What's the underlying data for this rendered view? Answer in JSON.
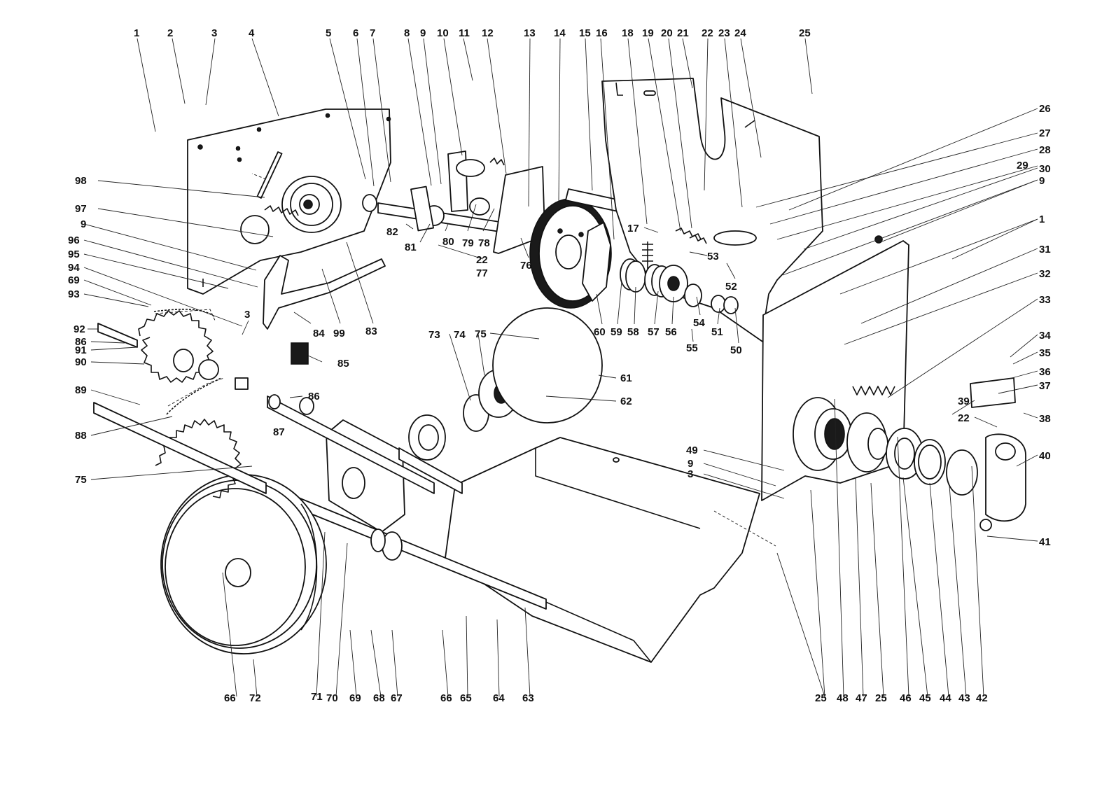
{
  "labels": {
    "l1": "1",
    "l2": "2",
    "l3": "3",
    "l4": "4",
    "l5": "5",
    "l6": "6",
    "l7": "7",
    "l8": "8",
    "l9": "9",
    "l10": "10",
    "l11": "11",
    "l12": "12",
    "l13": "13",
    "l14": "14",
    "l15": "15",
    "l16": "16",
    "l18": "18",
    "l19": "19",
    "l20": "20",
    "l21": "21",
    "l22": "22",
    "l23": "23",
    "l24": "24",
    "l25": "25",
    "l26": "26",
    "l27": "27",
    "l28": "28",
    "l29": "29",
    "l30": "30",
    "l9b": "9",
    "l1b": "1",
    "l31": "31",
    "l32": "32",
    "l33": "33",
    "l34": "34",
    "l35": "35",
    "l36": "36",
    "l37": "37",
    "l38": "38",
    "l39": "39",
    "l22b": "22",
    "l40": "40",
    "l41": "41",
    "l49": "49",
    "l9c": "9",
    "l3c": "3",
    "l25b": "25",
    "l48": "48",
    "l47": "47",
    "l25c": "25",
    "l46": "46",
    "l45": "45",
    "l44": "44",
    "l43": "43",
    "l42": "42",
    "l98": "98",
    "l97": "97",
    "l9d": "9",
    "l96": "96",
    "l95": "95",
    "l94": "94",
    "l69": "69",
    "l93": "93",
    "l3d": "3",
    "l92": "92",
    "l86": "86",
    "l91": "91",
    "l90": "90",
    "l89": "89",
    "l88": "88",
    "l75": "75",
    "l82": "82",
    "l81": "81",
    "l80": "80",
    "l79": "79",
    "l78": "78",
    "l22c": "22",
    "l77": "77",
    "l76": "76",
    "l84": "84",
    "l99": "99",
    "l83": "83",
    "l85": "85",
    "l17": "17",
    "l53": "53",
    "l52": "52",
    "l60": "60",
    "l59": "59",
    "l58": "58",
    "l57": "57",
    "l56": "56",
    "l54": "54",
    "l51": "51",
    "l50": "50",
    "l55": "55",
    "l73": "73",
    "l74": "74",
    "l75b": "75",
    "l61": "61",
    "l62": "62",
    "l86b": "86",
    "l87": "87",
    "l66": "66",
    "l72": "72",
    "l71": "71",
    "l70": "70",
    "l69b": "69",
    "l68": "68",
    "l67": "67",
    "l66b": "66",
    "l65": "65",
    "l64": "64",
    "l63": "63"
  }
}
